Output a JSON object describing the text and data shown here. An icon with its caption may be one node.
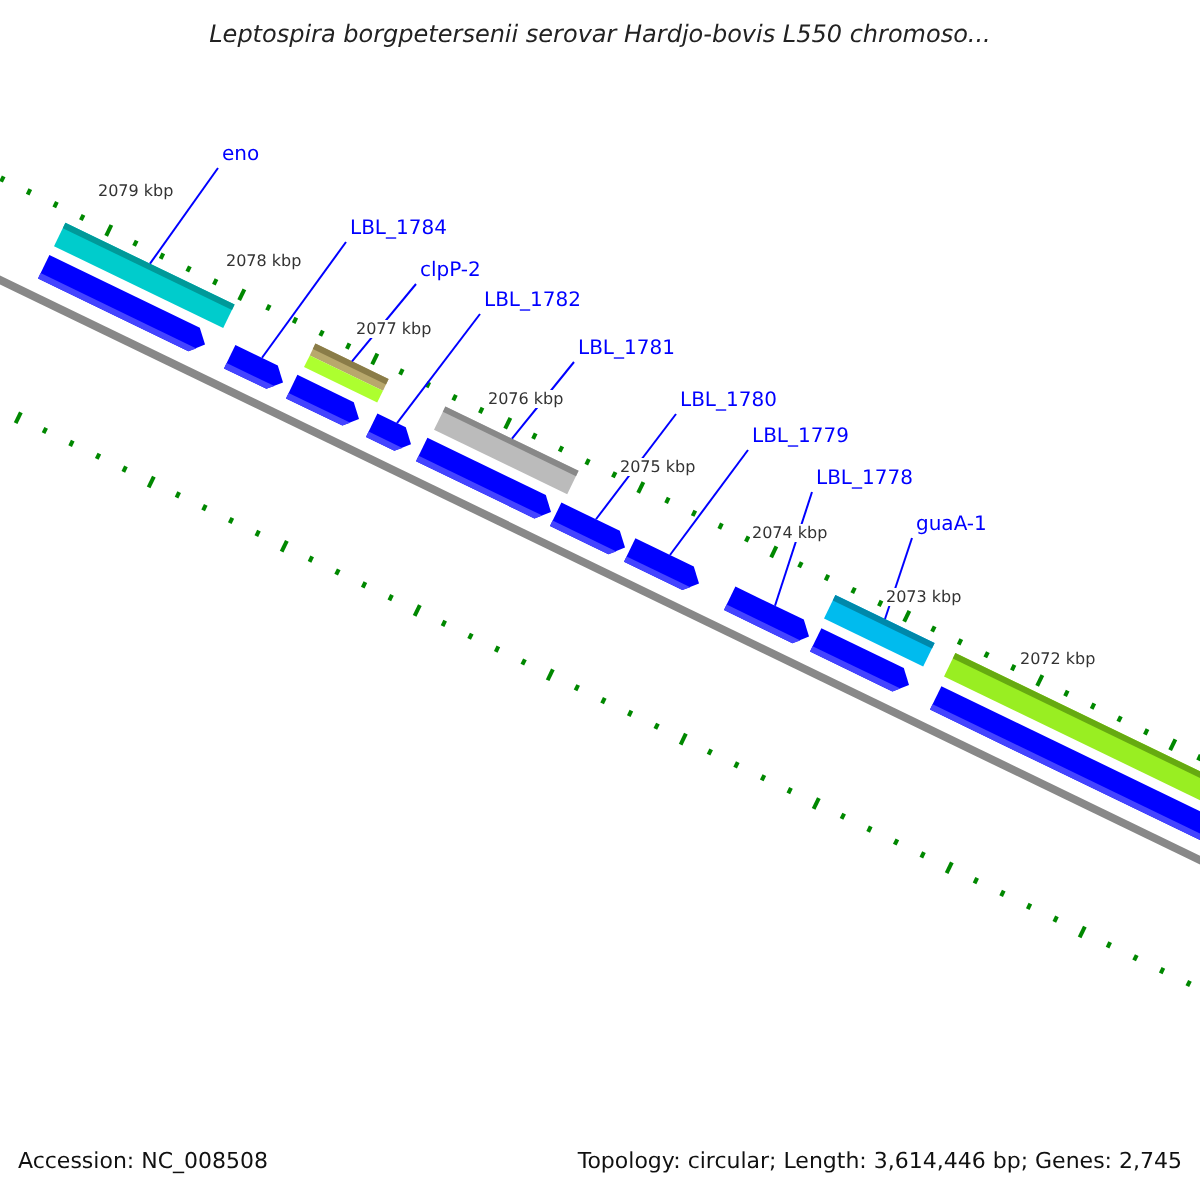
{
  "diagram": {
    "title": "Leptospira borgpetersenii serovar Hardjo-bovis L550 chromoso...",
    "nodes": [
      {
        "text": [
          "eno"
        ]
      },
      {
        "text": [
          "LBL_1784"
        ]
      },
      {
        "text": [
          "clpP-2"
        ]
      },
      {
        "text": [
          "LBL_1782"
        ]
      },
      {
        "text": [
          "LBL_1781"
        ]
      },
      {
        "text": [
          "LBL_1780"
        ]
      },
      {
        "text": [
          "LBL_1779"
        ]
      },
      {
        "text": [
          "LBL_1778"
        ]
      },
      {
        "text": [
          "guaA-1"
        ]
      },
      {
        "text": [],
        "shape": "arrow"
      },
      {
        "text": [],
        "shape": "bar"
      },
      {
        "text": [],
        "shape": "arrow"
      },
      {
        "text": [],
        "shape": "arrow"
      },
      {
        "text": [],
        "shape": "bar"
      },
      {
        "text": [],
        "shape": "arrow"
      },
      {
        "text": [],
        "shape": "arrow"
      },
      {
        "text": [],
        "shape": "bar"
      },
      {
        "text": [],
        "shape": "arrow"
      },
      {
        "text": [],
        "shape": "arrow"
      },
      {
        "text": [],
        "shape": "arrow"
      },
      {
        "text": [],
        "shape": "arrow"
      },
      {
        "text": [],
        "shape": "bar"
      },
      {
        "text": [],
        "shape": "arrow"
      },
      {
        "text": [],
        "shape": "bar"
      }
    ],
    "edges": [
      {
        "from": 0,
        "to": 10,
        "arrow": "none"
      },
      {
        "from": 1,
        "to": 11,
        "arrow": "none"
      },
      {
        "from": 2,
        "to": 13,
        "arrow": "none"
      },
      {
        "from": 3,
        "to": 14,
        "arrow": "none"
      },
      {
        "from": 4,
        "to": 16,
        "arrow": "none"
      },
      {
        "from": 5,
        "to": 17,
        "arrow": "none"
      },
      {
        "from": 6,
        "to": 18,
        "arrow": "none"
      },
      {
        "from": 7,
        "to": 19,
        "arrow": "none"
      },
      {
        "from": 8,
        "to": 21,
        "arrow": "none"
      }
    ],
    "labels": [
      "2079 kbp",
      "2078 kbp",
      "2077 kbp",
      "2076 kbp",
      "2075 kbp",
      "2074 kbp",
      "2073 kbp",
      "2072 kbp",
      "Accession: NC_008508",
      "Topology: circular; Length: 3,614,446 bp; Genes: 2,745"
    ]
  }
}
